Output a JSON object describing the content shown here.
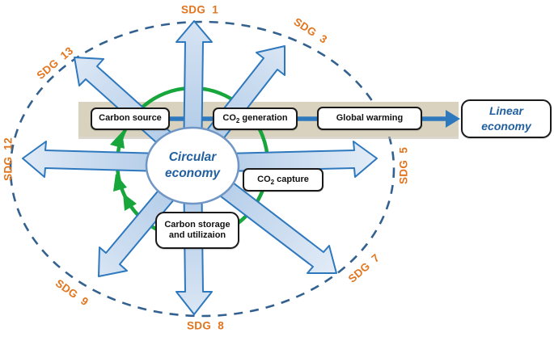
{
  "colors": {
    "sdg_label": "#E2751D",
    "boundary_dash": "#33618F",
    "arrow_stroke": "#2E78BE",
    "arrow_fill_inner": "#A9C6E5",
    "arrow_fill_outer": "#E6EEF8",
    "cycle_green": "#17A63B",
    "band_tan": "#D8D2BE",
    "band_shadow": "#BDB7A8",
    "economy_text_blue": "#2260A0",
    "box_border": "#1a1a1a"
  },
  "sdg_labels": [
    {
      "label": "SDG 1"
    },
    {
      "label": "SDG 3"
    },
    {
      "label": "SDG 5"
    },
    {
      "label": "SDG 7"
    },
    {
      "label": "SDG 8"
    },
    {
      "label": "SDG 9"
    },
    {
      "label": "SDG 12"
    },
    {
      "label": "SDG 13"
    }
  ],
  "center_ellipse": {
    "line1": "Circular",
    "line2": "economy"
  },
  "linear_box": {
    "line1": "Linear",
    "line2": "economy"
  },
  "flow_boxes": {
    "carbon_source": {
      "pre": "Carbon source",
      "sub": "",
      "post": ""
    },
    "co2_generation": {
      "pre": "CO",
      "sub": "2",
      "post": " generation"
    },
    "global_warming": {
      "pre": "Global warming",
      "sub": "",
      "post": ""
    },
    "co2_capture": {
      "pre": "CO",
      "sub": "2",
      "post": " capture"
    },
    "carbon_storage": {
      "line1": "Carbon storage",
      "line2": "and utilizaion"
    }
  },
  "icons": {
    "radial_arrow": "blue-gradient-fat-arrow-outward",
    "cycle_circle": "green-circle-with-clockwise-arrowheads",
    "boundary": "blue-dashed-ellipse",
    "flow_arrow": "solid-blue-right-arrow"
  }
}
